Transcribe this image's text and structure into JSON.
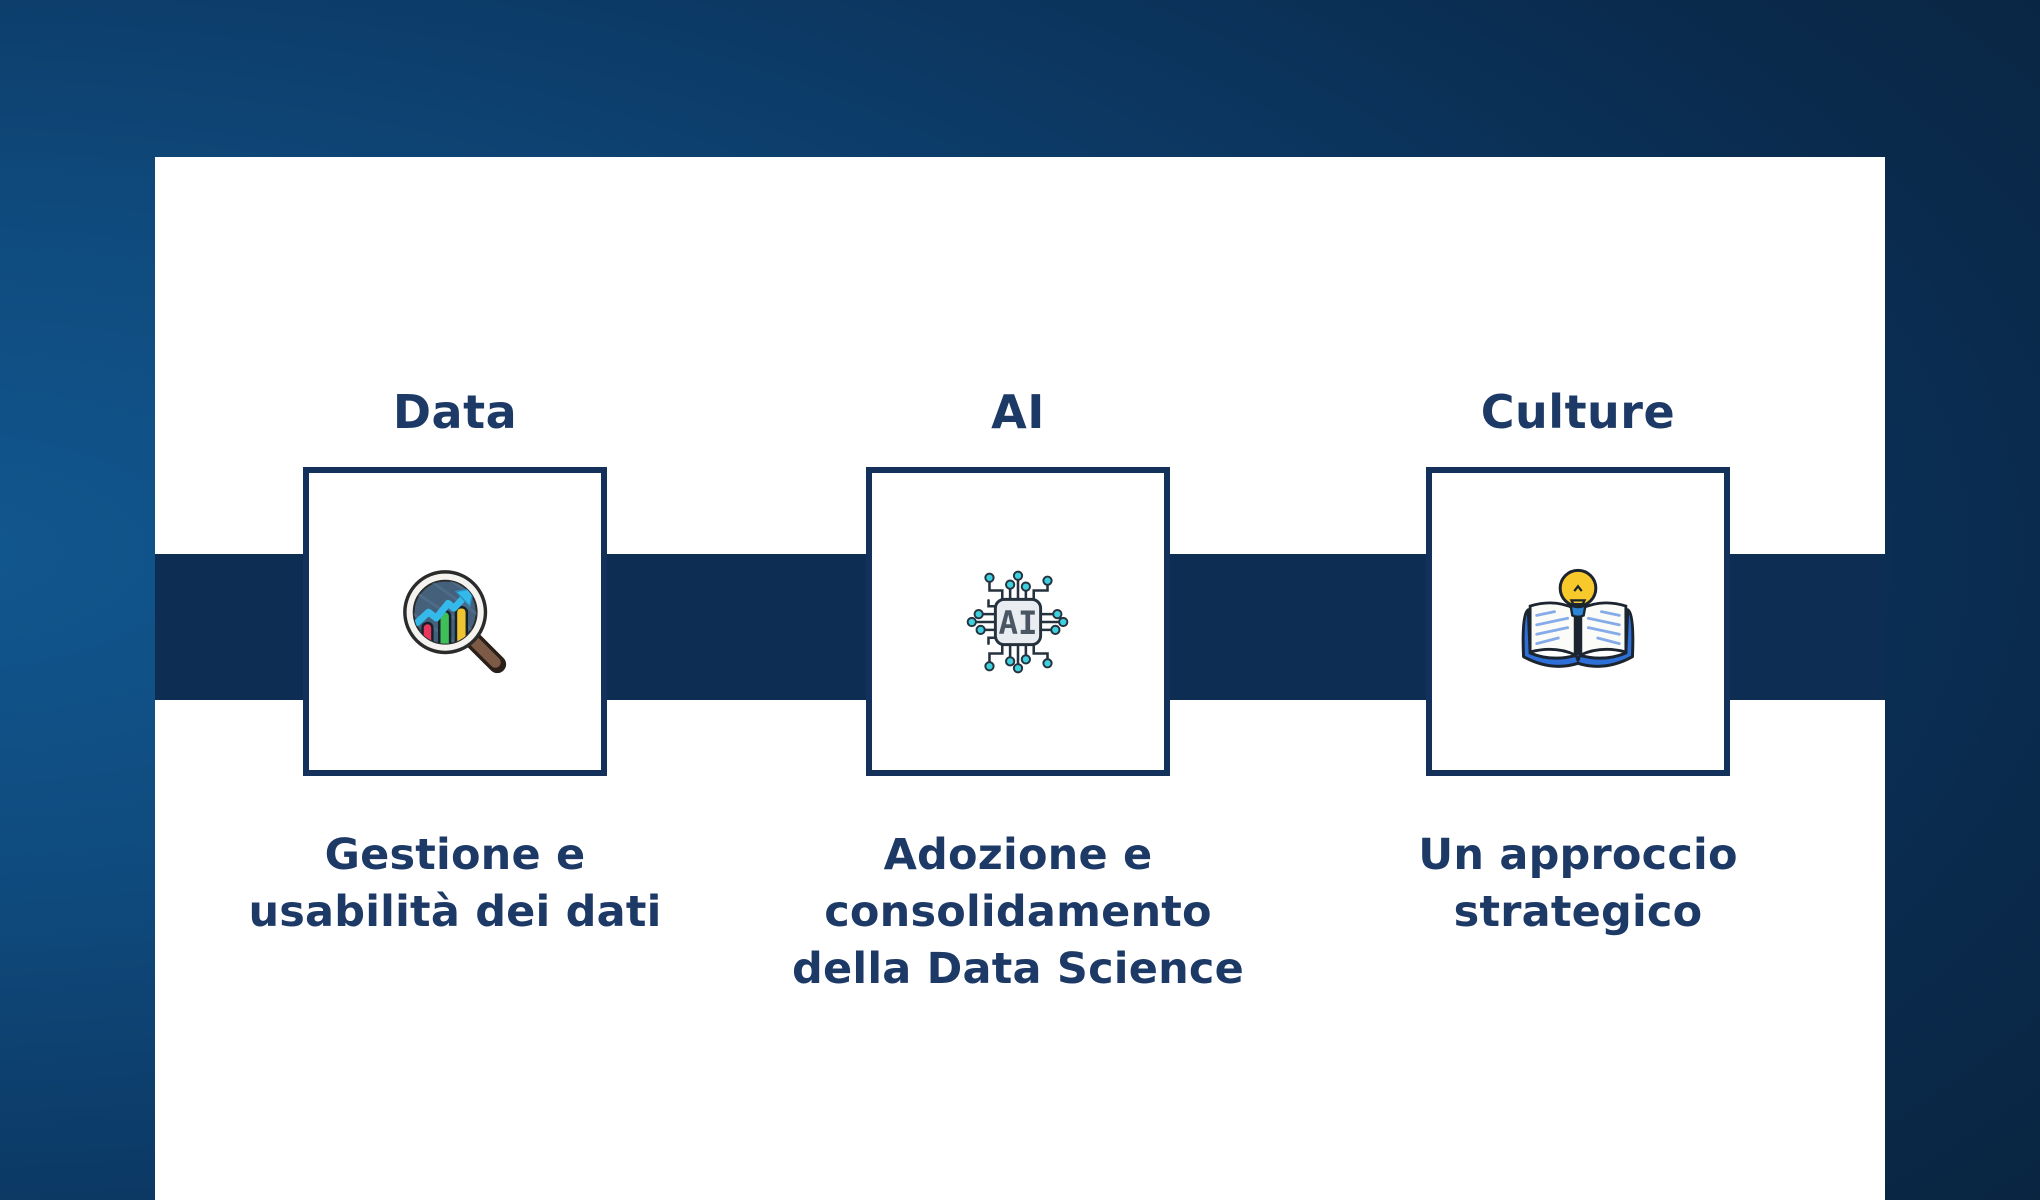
{
  "slide": {
    "columns": [
      {
        "title": "Data",
        "description": "Gestione e\nusabilità dei dati",
        "icon": "magnifier-chart-icon"
      },
      {
        "title": "AI",
        "description": "Adozione e\nconsolidamento\ndella Data Science",
        "icon": "ai-chip-icon",
        "chip_label": "AI"
      },
      {
        "title": "Culture",
        "description": "Un approccio\nstrategico",
        "icon": "book-lightbulb-icon"
      }
    ],
    "colors": {
      "background_light": "#11578f",
      "background_dark": "#09243f",
      "panel": "#ffffff",
      "band": "#0d2d52",
      "card_border": "#14315b",
      "text": "#1d3a67",
      "accent_cyan": "#35b9ea",
      "accent_green": "#3fbf57",
      "accent_yellow": "#f0c430",
      "accent_red": "#e8375a",
      "accent_blue": "#2e6fd8",
      "accent_brown": "#7d5a45"
    }
  }
}
